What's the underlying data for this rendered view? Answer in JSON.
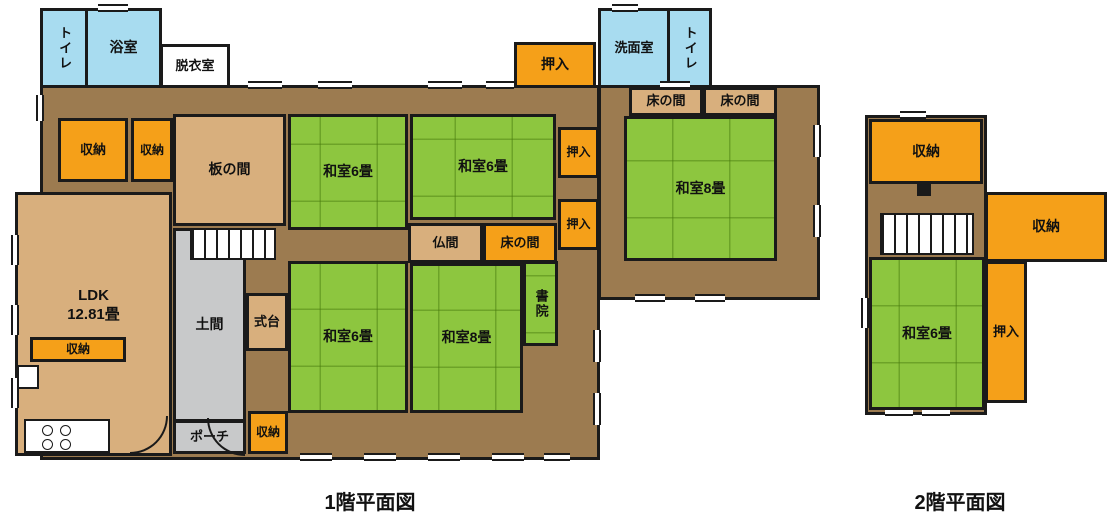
{
  "floor1": {
    "caption": "1階平面図",
    "rooms": {
      "toilet_left": "トイレ",
      "bathroom": "浴室",
      "dressing_room": "脱衣室",
      "oshiire_top": "押入",
      "washroom": "洗面室",
      "toilet_right": "トイレ",
      "storage_left_a": "収納",
      "storage_left_b": "収納",
      "itanoma": "板の間",
      "washitsu6_upper_left": "和室6畳",
      "washitsu6_upper_right": "和室6畳",
      "oshiire_right_a": "押入",
      "oshiire_right_b": "押入",
      "tokonoma_right_a": "床の間",
      "tokonoma_right_b": "床の間",
      "washitsu8_right": "和室8畳",
      "ldk": "LDK\n12.81畳",
      "storage_ldk": "収納",
      "doma": "土間",
      "shikidai": "式台",
      "butsuma": "仏間",
      "tokonoma_center": "床の間",
      "shoin": "書院",
      "washitsu6_lower": "和室6畳",
      "washitsu8_lower": "和室8畳",
      "porch": "ポーチ",
      "storage_bottom": "収納"
    }
  },
  "floor2": {
    "caption": "2階平面図",
    "rooms": {
      "storage_top": "収納",
      "storage_right": "収納",
      "washitsu6": "和室6畳",
      "oshiire": "押入"
    }
  },
  "colors": {
    "tatami_green": "#8dc63f",
    "closet_orange": "#f5a019",
    "wood_tan": "#d8af7d",
    "corridor_brown": "#9c7b50",
    "water_blue": "#a8dcf0",
    "doma_gray": "#c8c9ca",
    "wall_black": "#1a1a1a"
  }
}
